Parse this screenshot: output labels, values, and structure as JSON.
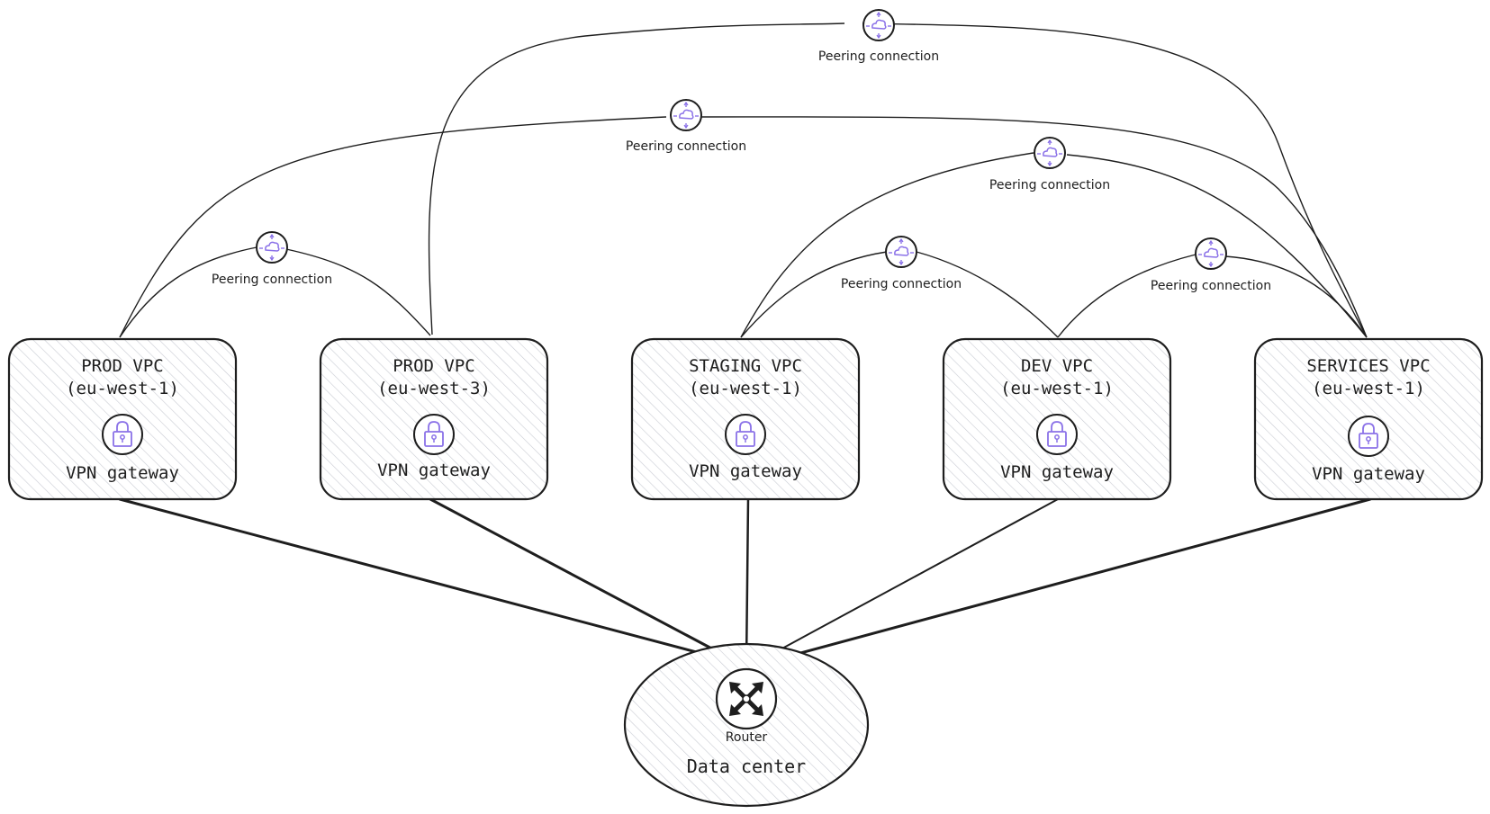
{
  "accent_color": "#8b72e8",
  "stroke_color": "#1e1e1e",
  "fill_color": "#e4e6ea",
  "vpcs": [
    {
      "title": "PROD VPC",
      "region": "(eu-west-1)",
      "gateway": "VPN gateway",
      "icon": "lock-icon"
    },
    {
      "title": "PROD VPC",
      "region": "(eu-west-3)",
      "gateway": "VPN gateway",
      "icon": "lock-icon"
    },
    {
      "title": "STAGING VPC",
      "region": "(eu-west-1)",
      "gateway": "VPN gateway",
      "icon": "lock-icon"
    },
    {
      "title": "DEV VPC",
      "region": "(eu-west-1)",
      "gateway": "VPN gateway",
      "icon": "lock-icon"
    },
    {
      "title": "SERVICES VPC",
      "region": "(eu-west-1)",
      "gateway": "VPN gateway",
      "icon": "lock-icon"
    }
  ],
  "peerings": [
    {
      "label": "Peering connection",
      "from": "PROD VPC (eu-west-3)",
      "to": "SERVICES VPC (eu-west-1)"
    },
    {
      "label": "Peering connection",
      "from": "PROD VPC (eu-west-1)",
      "to": "SERVICES VPC (eu-west-1)"
    },
    {
      "label": "Peering connection",
      "from": "STAGING VPC (eu-west-1)",
      "to": "SERVICES VPC (eu-west-1)"
    },
    {
      "label": "Peering connection",
      "from": "PROD VPC (eu-west-1)",
      "to": "PROD VPC (eu-west-3)"
    },
    {
      "label": "Peering connection",
      "from": "STAGING VPC (eu-west-1)",
      "to": "DEV VPC (eu-west-1)"
    },
    {
      "label": "Peering connection",
      "from": "DEV VPC (eu-west-1)",
      "to": "SERVICES VPC (eu-west-1)"
    }
  ],
  "datacenter": {
    "label": "Data center",
    "router_label": "Router",
    "router_icon": "router-icon"
  }
}
